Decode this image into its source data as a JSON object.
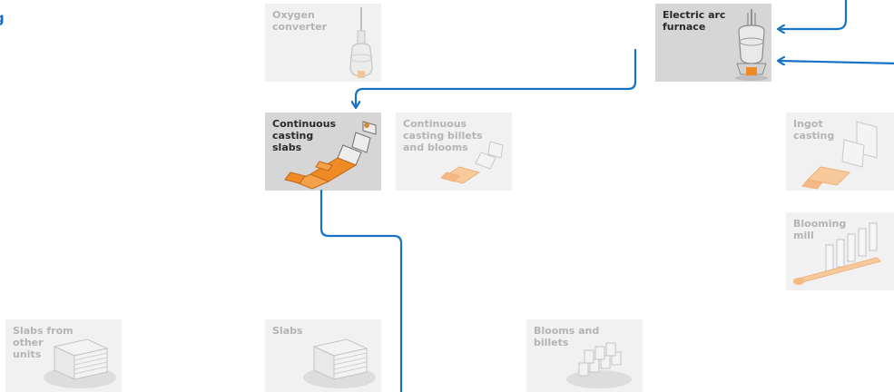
{
  "heading": "g",
  "nodes": {
    "oxygen_converter": "Oxygen\nconverter",
    "electric_arc_furnace": "Electric arc\nfurnace",
    "continuous_casting_slabs": "Continuous\ncasting\nslabs",
    "continuous_casting_billets": "Continuous\ncasting billets\nand blooms",
    "ingot_casting": "Ingot\ncasting",
    "blooming_mill": "Blooming\nmill",
    "slabs_from_other_units": "Slabs from\nother\nunits",
    "slabs": "Slabs",
    "blooms_and_billets": "Blooms and\nbillets"
  },
  "colors": {
    "flow_line": "#1672c7",
    "heading": "#1672c7",
    "box_inactive": "#f1f1f1",
    "box_active": "#d6d6d6",
    "text_active": "#2a2a2a",
    "text_inactive": "#b4b4b4",
    "accent_orange": "#f08a24"
  }
}
